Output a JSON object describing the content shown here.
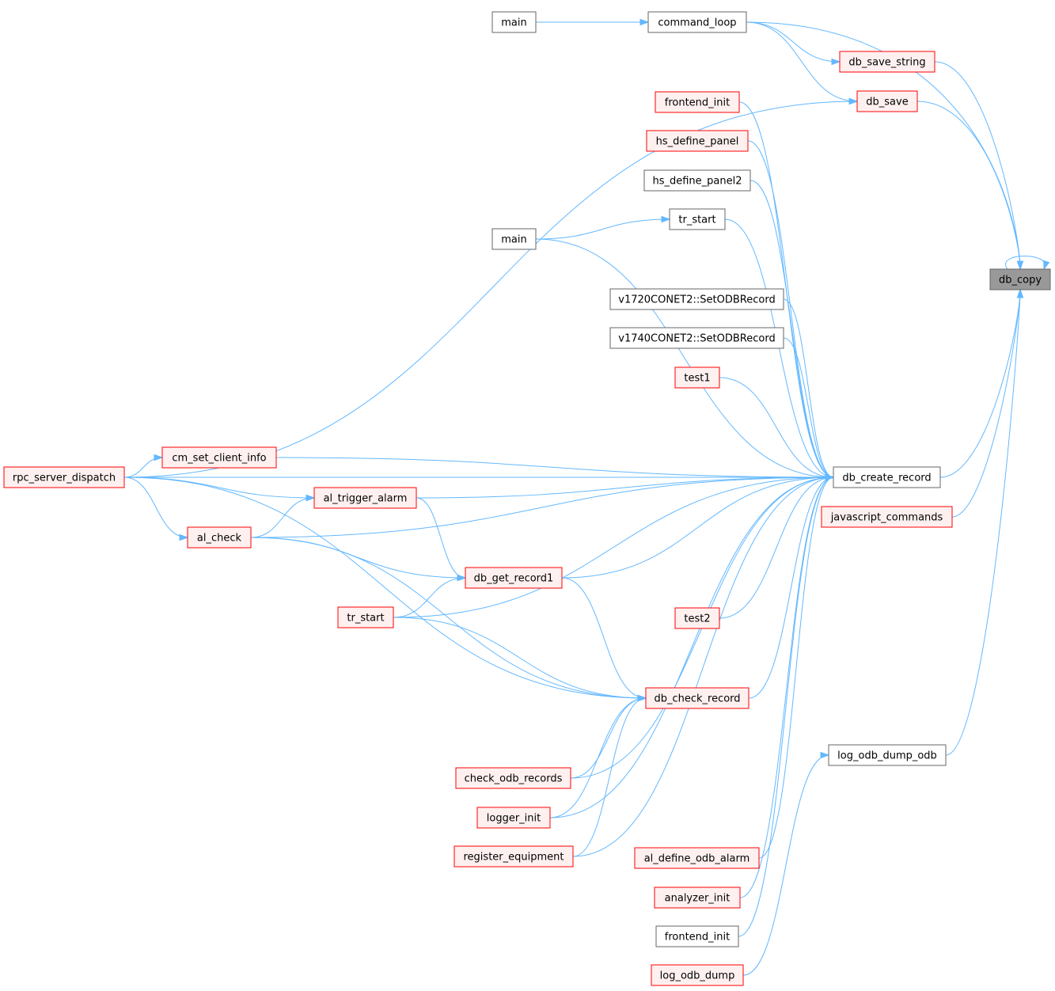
{
  "graph": {
    "colors": {
      "edge": "#63b8ff",
      "node_plain_border": "#666666",
      "node_plain_fill": "#ffffff",
      "node_red_border": "#ff0000",
      "node_red_fill": "#fff0f0",
      "node_target_border": "#666666",
      "node_target_fill": "#999999"
    },
    "nodes": [
      {
        "id": "db_copy",
        "label": "db_copy",
        "style": "target"
      },
      {
        "id": "main1",
        "label": "main",
        "style": "plain"
      },
      {
        "id": "command_loop",
        "label": "command_loop",
        "style": "plain"
      },
      {
        "id": "db_save_string",
        "label": "db_save_string",
        "style": "red"
      },
      {
        "id": "db_save",
        "label": "db_save",
        "style": "red"
      },
      {
        "id": "frontend_init1",
        "label": "frontend_init",
        "style": "red"
      },
      {
        "id": "hs_define_panel",
        "label": "hs_define_panel",
        "style": "red"
      },
      {
        "id": "hs_define_panel2",
        "label": "hs_define_panel2",
        "style": "plain"
      },
      {
        "id": "tr_start1",
        "label": "tr_start",
        "style": "plain"
      },
      {
        "id": "main2",
        "label": "main",
        "style": "plain"
      },
      {
        "id": "v1720",
        "label": "v1720CONET2::SetODBRecord",
        "style": "plain"
      },
      {
        "id": "v1740",
        "label": "v1740CONET2::SetODBRecord",
        "style": "plain"
      },
      {
        "id": "test1",
        "label": "test1",
        "style": "red"
      },
      {
        "id": "cm_set_client_info",
        "label": "cm_set_client_info",
        "style": "red"
      },
      {
        "id": "rpc_server_dispatch",
        "label": "rpc_server_dispatch",
        "style": "red"
      },
      {
        "id": "db_create_record",
        "label": "db_create_record",
        "style": "plain"
      },
      {
        "id": "al_trigger_alarm",
        "label": "al_trigger_alarm",
        "style": "red"
      },
      {
        "id": "javascript_commands",
        "label": "javascript_commands",
        "style": "red"
      },
      {
        "id": "al_check",
        "label": "al_check",
        "style": "red"
      },
      {
        "id": "db_get_record1",
        "label": "db_get_record1",
        "style": "red"
      },
      {
        "id": "tr_start2",
        "label": "tr_start",
        "style": "red"
      },
      {
        "id": "test2",
        "label": "test2",
        "style": "red"
      },
      {
        "id": "db_check_record",
        "label": "db_check_record",
        "style": "red"
      },
      {
        "id": "log_odb_dump_odb",
        "label": "log_odb_dump_odb",
        "style": "plain"
      },
      {
        "id": "check_odb_records",
        "label": "check_odb_records",
        "style": "red"
      },
      {
        "id": "logger_init",
        "label": "logger_init",
        "style": "red"
      },
      {
        "id": "register_equipment",
        "label": "register_equipment",
        "style": "red"
      },
      {
        "id": "al_define_odb_alarm",
        "label": "al_define_odb_alarm",
        "style": "red"
      },
      {
        "id": "analyzer_init",
        "label": "analyzer_init",
        "style": "red"
      },
      {
        "id": "frontend_init2",
        "label": "frontend_init",
        "style": "plain"
      },
      {
        "id": "log_odb_dump",
        "label": "log_odb_dump",
        "style": "red"
      }
    ],
    "edges": [
      {
        "from": "main1",
        "to": "command_loop"
      },
      {
        "from": "command_loop",
        "to": "db_save_string"
      },
      {
        "from": "command_loop",
        "to": "db_save"
      },
      {
        "from": "command_loop",
        "to": "db_copy"
      },
      {
        "from": "db_save_string",
        "to": "db_copy"
      },
      {
        "from": "db_save",
        "to": "db_copy"
      },
      {
        "from": "db_copy",
        "to": "db_copy"
      },
      {
        "from": "rpc_server_dispatch",
        "to": "db_save"
      },
      {
        "from": "db_create_record",
        "to": "db_copy"
      },
      {
        "from": "javascript_commands",
        "to": "db_copy"
      },
      {
        "from": "log_odb_dump_odb",
        "to": "db_copy"
      },
      {
        "from": "log_odb_dump",
        "to": "log_odb_dump_odb"
      },
      {
        "from": "main2",
        "to": "tr_start1"
      },
      {
        "from": "frontend_init1",
        "to": "db_create_record"
      },
      {
        "from": "hs_define_panel",
        "to": "db_create_record"
      },
      {
        "from": "hs_define_panel2",
        "to": "db_create_record"
      },
      {
        "from": "tr_start1",
        "to": "db_create_record"
      },
      {
        "from": "main2",
        "to": "db_create_record"
      },
      {
        "from": "v1720",
        "to": "db_create_record"
      },
      {
        "from": "v1740",
        "to": "db_create_record"
      },
      {
        "from": "test1",
        "to": "db_create_record"
      },
      {
        "from": "rpc_server_dispatch",
        "to": "db_create_record"
      },
      {
        "from": "cm_set_client_info",
        "to": "db_create_record"
      },
      {
        "from": "rpc_server_dispatch",
        "to": "cm_set_client_info"
      },
      {
        "from": "al_trigger_alarm",
        "to": "db_create_record"
      },
      {
        "from": "rpc_server_dispatch",
        "to": "al_trigger_alarm"
      },
      {
        "from": "al_check",
        "to": "db_create_record"
      },
      {
        "from": "rpc_server_dispatch",
        "to": "al_check"
      },
      {
        "from": "al_check",
        "to": "al_trigger_alarm"
      },
      {
        "from": "db_get_record1",
        "to": "db_create_record"
      },
      {
        "from": "al_trigger_alarm",
        "to": "db_get_record1"
      },
      {
        "from": "al_check",
        "to": "db_get_record1"
      },
      {
        "from": "tr_start2",
        "to": "db_get_record1"
      },
      {
        "from": "test2",
        "to": "db_create_record"
      },
      {
        "from": "tr_start2",
        "to": "db_create_record"
      },
      {
        "from": "db_check_record",
        "to": "db_create_record"
      },
      {
        "from": "db_get_record1",
        "to": "db_check_record"
      },
      {
        "from": "tr_start2",
        "to": "db_check_record"
      },
      {
        "from": "al_check",
        "to": "db_check_record"
      },
      {
        "from": "rpc_server_dispatch",
        "to": "db_check_record"
      },
      {
        "from": "check_odb_records",
        "to": "db_check_record"
      },
      {
        "from": "logger_init",
        "to": "db_check_record"
      },
      {
        "from": "register_equipment",
        "to": "db_check_record"
      },
      {
        "from": "check_odb_records",
        "to": "db_create_record"
      },
      {
        "from": "logger_init",
        "to": "db_create_record"
      },
      {
        "from": "register_equipment",
        "to": "db_create_record"
      },
      {
        "from": "al_define_odb_alarm",
        "to": "db_create_record"
      },
      {
        "from": "analyzer_init",
        "to": "db_create_record"
      },
      {
        "from": "frontend_init2",
        "to": "db_create_record"
      }
    ]
  }
}
